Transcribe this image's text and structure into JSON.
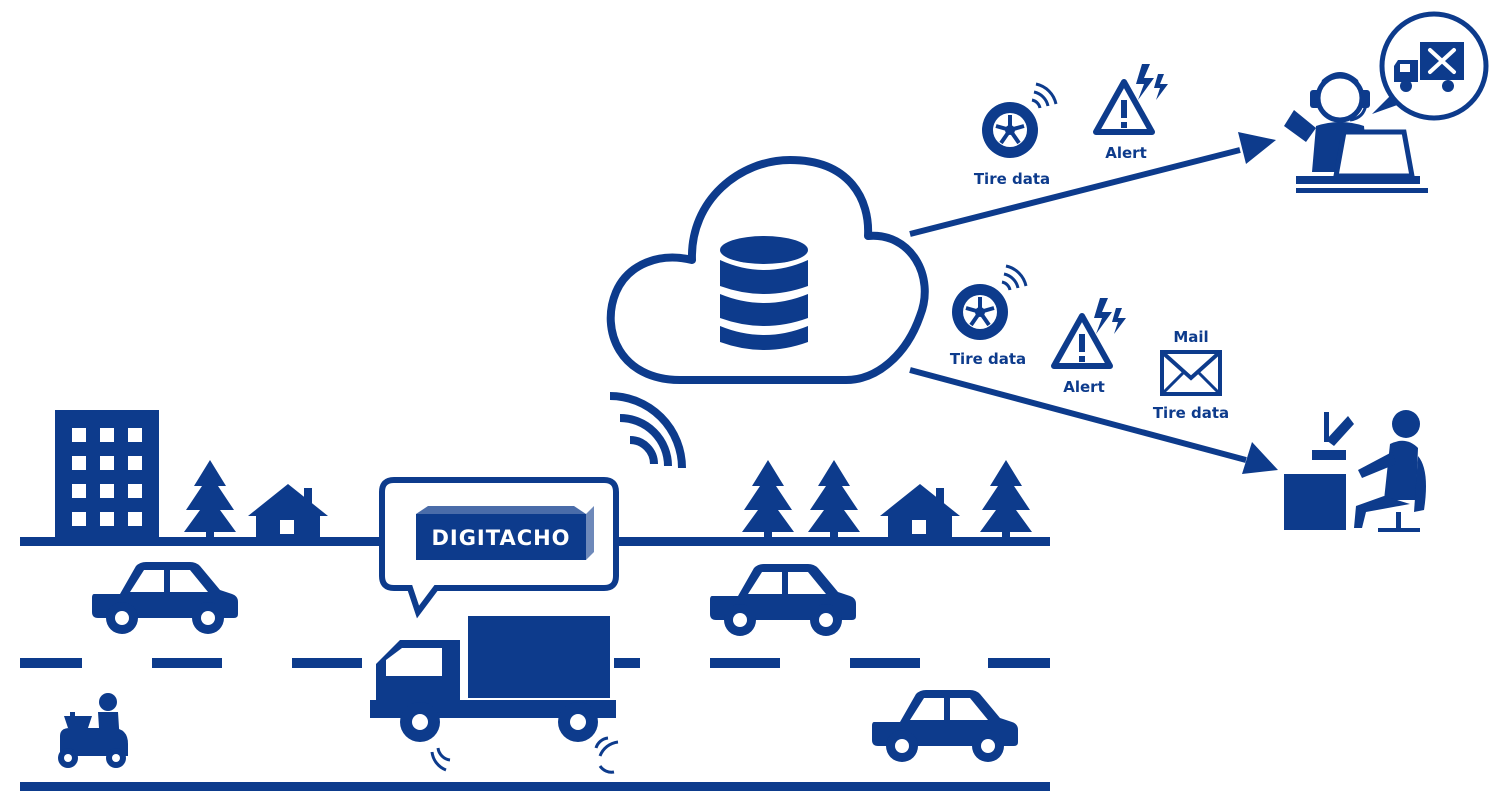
{
  "colors": {
    "primary": "#0d3b8c",
    "background": "#ffffff"
  },
  "vehicle": {
    "sign": "DIGITACHO"
  },
  "upper_flow": {
    "tire_label": "Tire data",
    "alert_label": "Alert",
    "recipient": "headset-operator-with-repair-truck-bubble"
  },
  "lower_flow": {
    "tire_label": "Tire data",
    "alert_label": "Alert",
    "mail_label": "Mail",
    "mail_tire_label": "Tire data",
    "recipient": "desk-worker-at-computer"
  },
  "icons": [
    "building-icon",
    "tree-icon",
    "house-icon",
    "car-icon",
    "truck-icon",
    "scooter-icon",
    "cloud-icon",
    "database-icon",
    "wireless-icon",
    "tire-icon",
    "alert-icon",
    "mail-icon",
    "operator-icon",
    "desk-worker-icon"
  ]
}
